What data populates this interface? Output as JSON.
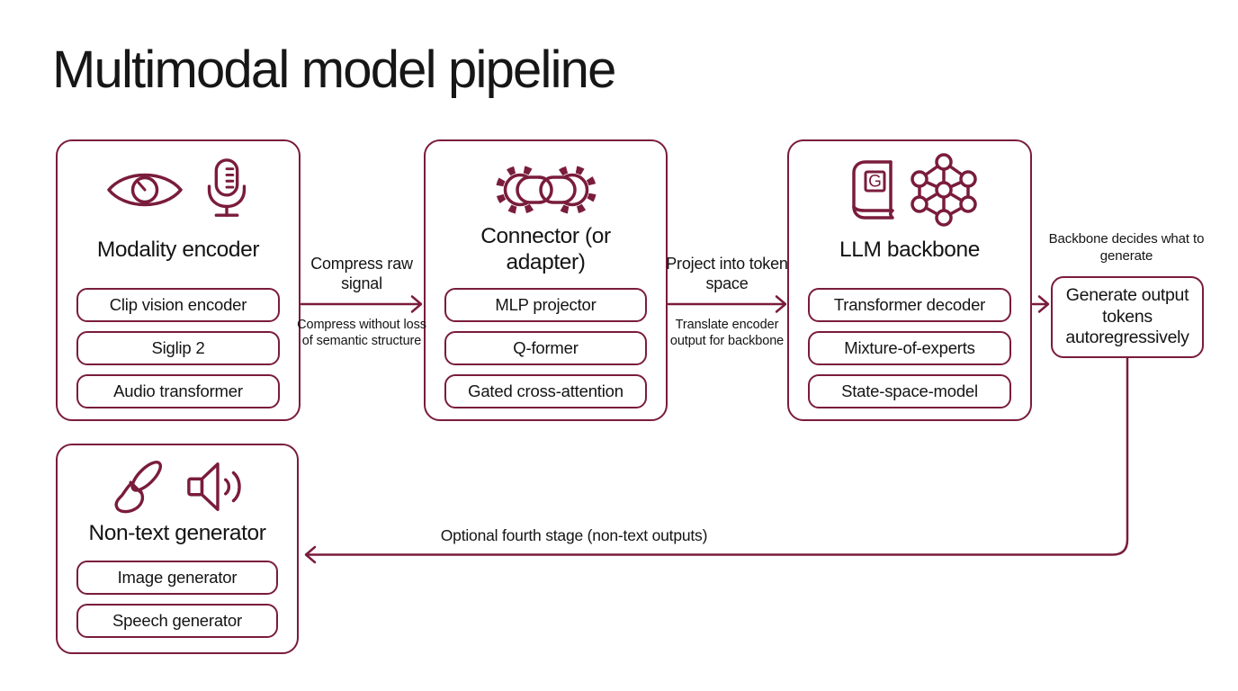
{
  "title": "Multimodal model pipeline",
  "colors": {
    "accent": "#7A1C3C",
    "text": "#141414",
    "background": "#FFFFFF"
  },
  "stages": {
    "modality_encoder": {
      "title": "Modality encoder",
      "icons": [
        "eye-icon",
        "microphone-icon"
      ],
      "items": [
        "Clip vision encoder",
        "Siglip 2",
        "Audio transformer"
      ]
    },
    "connector": {
      "title": "Connector (or adapter)",
      "icons": [
        "chain-link-gears-icon"
      ],
      "items": [
        "MLP projector",
        "Q-former",
        "Gated cross-attention"
      ]
    },
    "llm_backbone": {
      "title": "LLM backbone",
      "icons": [
        "book-icon",
        "neural-network-icon"
      ],
      "items": [
        "Transformer decoder",
        "Mixture-of-experts",
        "State-space-model"
      ]
    },
    "non_text_generator": {
      "title": "Non-text generator",
      "icons": [
        "paintbrush-icon",
        "speaker-icon"
      ],
      "items": [
        "Image generator",
        "Speech generator"
      ]
    }
  },
  "arrows": {
    "encoder_to_connector": {
      "primary": "Compress raw signal",
      "secondary": "Compress without loss of semantic structure"
    },
    "connector_to_backbone": {
      "primary": "Project into token space",
      "secondary": "Translate encoder output for backbone"
    },
    "backbone_to_output": {
      "label": "Backbone decides what to generate"
    },
    "output_to_generator": {
      "label": "Optional fourth stage (non-text outputs)"
    }
  },
  "output_node": {
    "label": "Generate output tokens autoregressively"
  }
}
